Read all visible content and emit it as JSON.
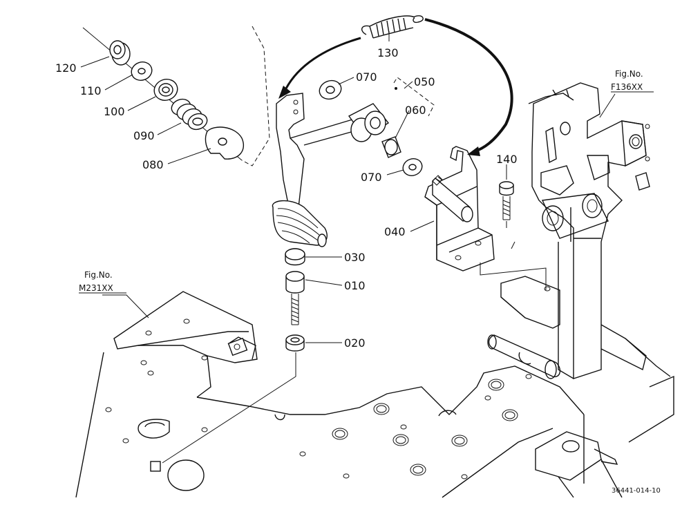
{
  "diagram": {
    "part_labels": {
      "p010": "010",
      "p020": "020",
      "p030": "030",
      "p040": "040",
      "p050": "050",
      "p060": "060",
      "p070a": "070",
      "p070b": "070",
      "p080": "080",
      "p090": "090",
      "p100": "100",
      "p110": "110",
      "p120": "120",
      "p130": "130",
      "p140": "140"
    },
    "references": {
      "f136": {
        "line1": "Fig.No.",
        "line2": "F136XX"
      },
      "m231": {
        "line1": "Fig.No.",
        "line2": "M231XX"
      }
    },
    "drawing_code": "36441-014-10"
  }
}
